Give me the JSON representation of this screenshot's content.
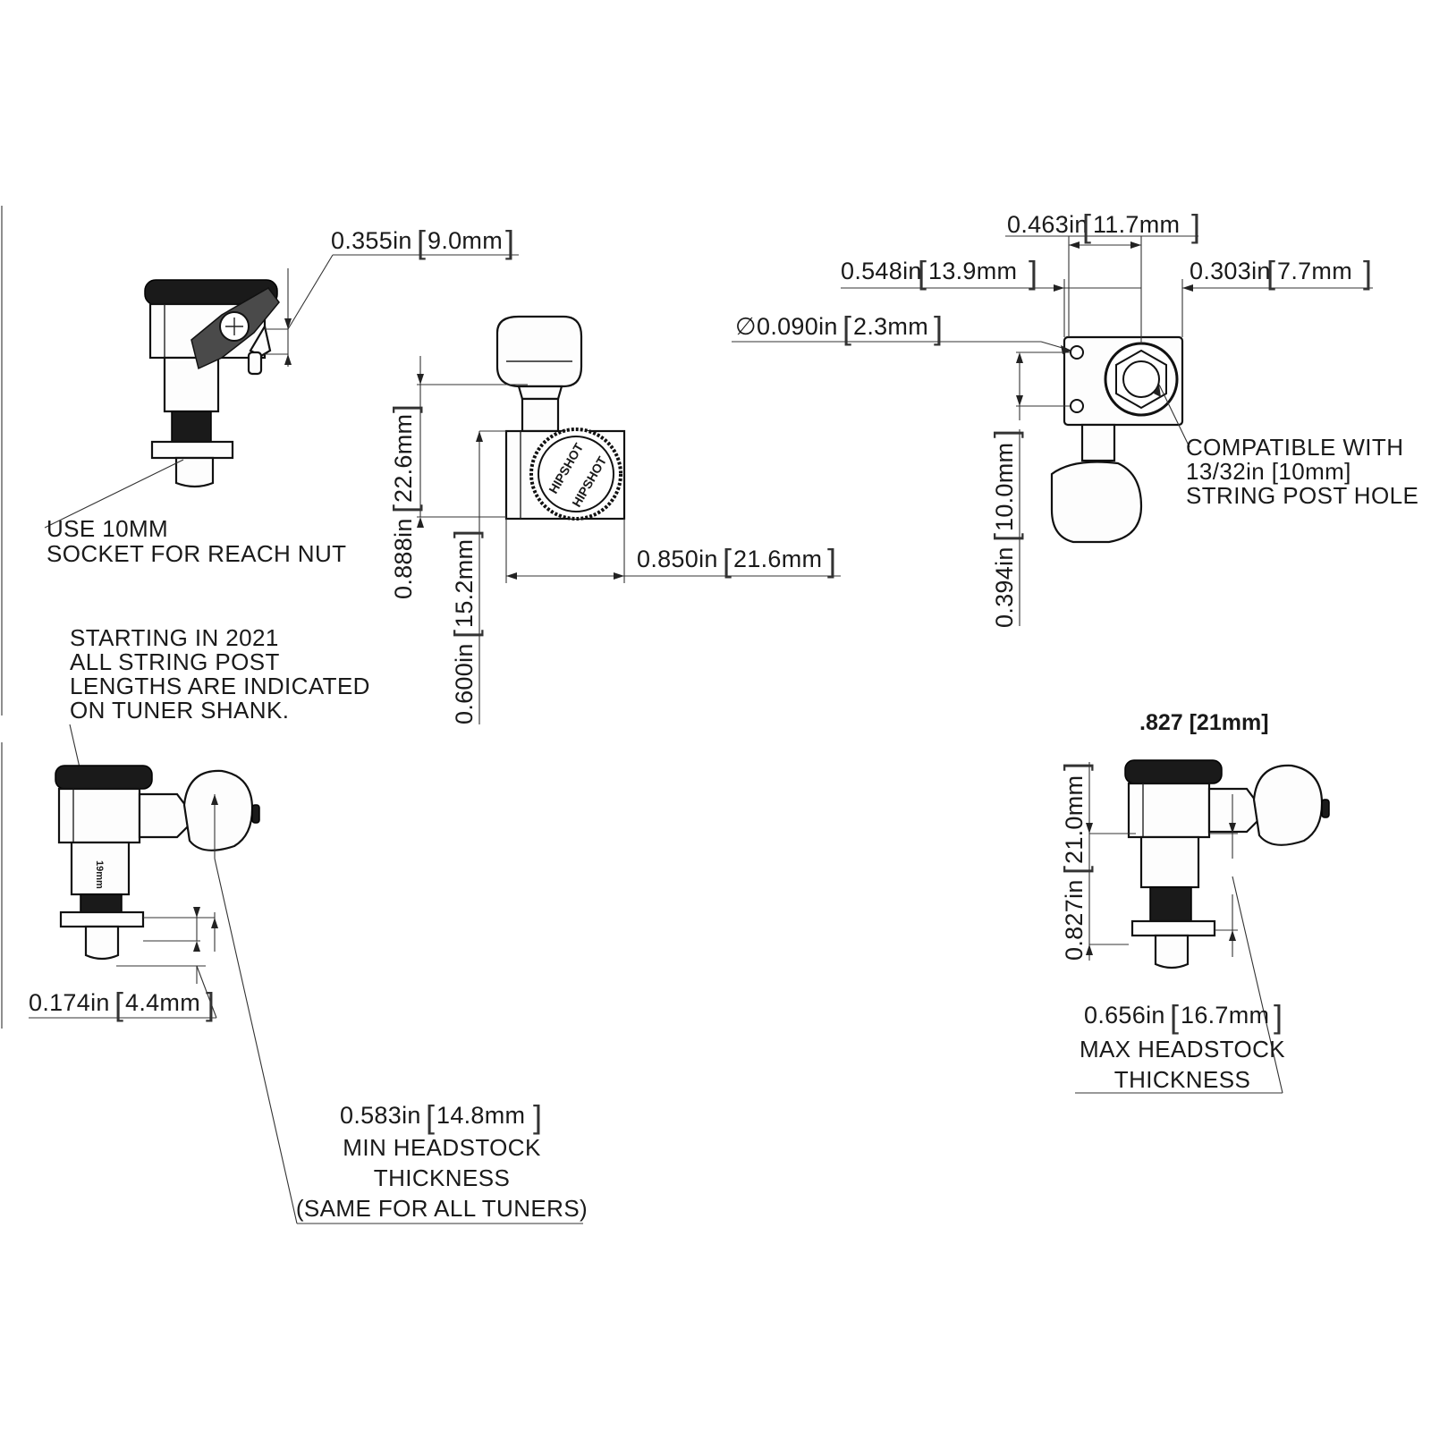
{
  "dimensions": {
    "d1": {
      "in": "0.355in",
      "mm": "9.0mm"
    },
    "d2": {
      "in": "0.888in",
      "mm": "22.6mm"
    },
    "d3": {
      "in": "0.600in",
      "mm": "15.2mm"
    },
    "d4": {
      "in": "0.850in",
      "mm": "21.6mm"
    },
    "d5": {
      "in": "0.463in",
      "mm": "11.7mm"
    },
    "d6": {
      "in": "0.548in",
      "mm": "13.9mm"
    },
    "d7": {
      "in": "0.303in",
      "mm": "7.7mm"
    },
    "d8": {
      "prefix": "∅",
      "in": "0.090in",
      "mm": "2.3mm"
    },
    "d9": {
      "in": "0.394in",
      "mm": "10.0mm"
    },
    "d10": {
      "in": "0.174in",
      "mm": "4.4mm"
    },
    "d11": {
      "in": "0.583in",
      "mm": "14.8mm"
    },
    "d12": {
      "in": "0.827in",
      "mm": "21.0mm"
    },
    "d13": {
      "in": "0.656in",
      "mm": "16.7mm"
    }
  },
  "notes": {
    "socket": [
      "USE 10MM",
      "SOCKET FOR REACH NUT"
    ],
    "compatible": [
      "COMPATIBLE WITH",
      "13/32in [10mm]",
      "STRING POST HOLE"
    ],
    "starting": [
      "STARTING IN 2021",
      "ALL STRING POST",
      "LENGTHS ARE INDICATED",
      "ON TUNER SHANK."
    ],
    "min_headstock": [
      "MIN HEADSTOCK",
      "THICKNESS",
      "(SAME FOR ALL TUNERS)"
    ],
    "max_headstock": [
      "MAX HEADSTOCK",
      "THICKNESS"
    ],
    "bold_title": ".827 [21mm]"
  },
  "part_marks": {
    "logo_text": "HIPSHOT",
    "shank_mark": "19mm"
  }
}
